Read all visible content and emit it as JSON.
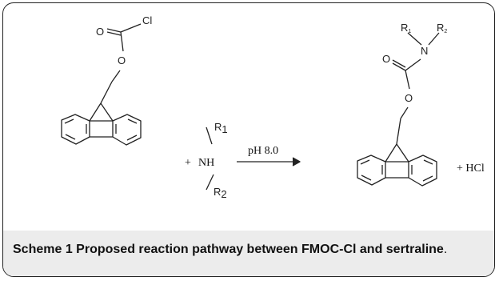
{
  "scheme": {
    "reactant1_labels": {
      "O": "O",
      "Cl": "Cl",
      "O_ester": "O"
    },
    "reactant2_labels": {
      "plus": "+",
      "NH": "NH",
      "R1": "R",
      "R1_sub": "1",
      "R2": "R",
      "R2_sub": "2"
    },
    "arrow_condition": "pH 8.0",
    "product_labels": {
      "R1": "R",
      "R1_sub": "1",
      "R2": "R",
      "R2_sub": "2",
      "N": "N",
      "O": "O",
      "O_ester": "O"
    },
    "byproduct": "+ HCl"
  },
  "caption": {
    "label": "Scheme 1",
    "title_bold": "Proposed reaction pathway between FMOC-Cl and sertraline",
    "period": "."
  }
}
